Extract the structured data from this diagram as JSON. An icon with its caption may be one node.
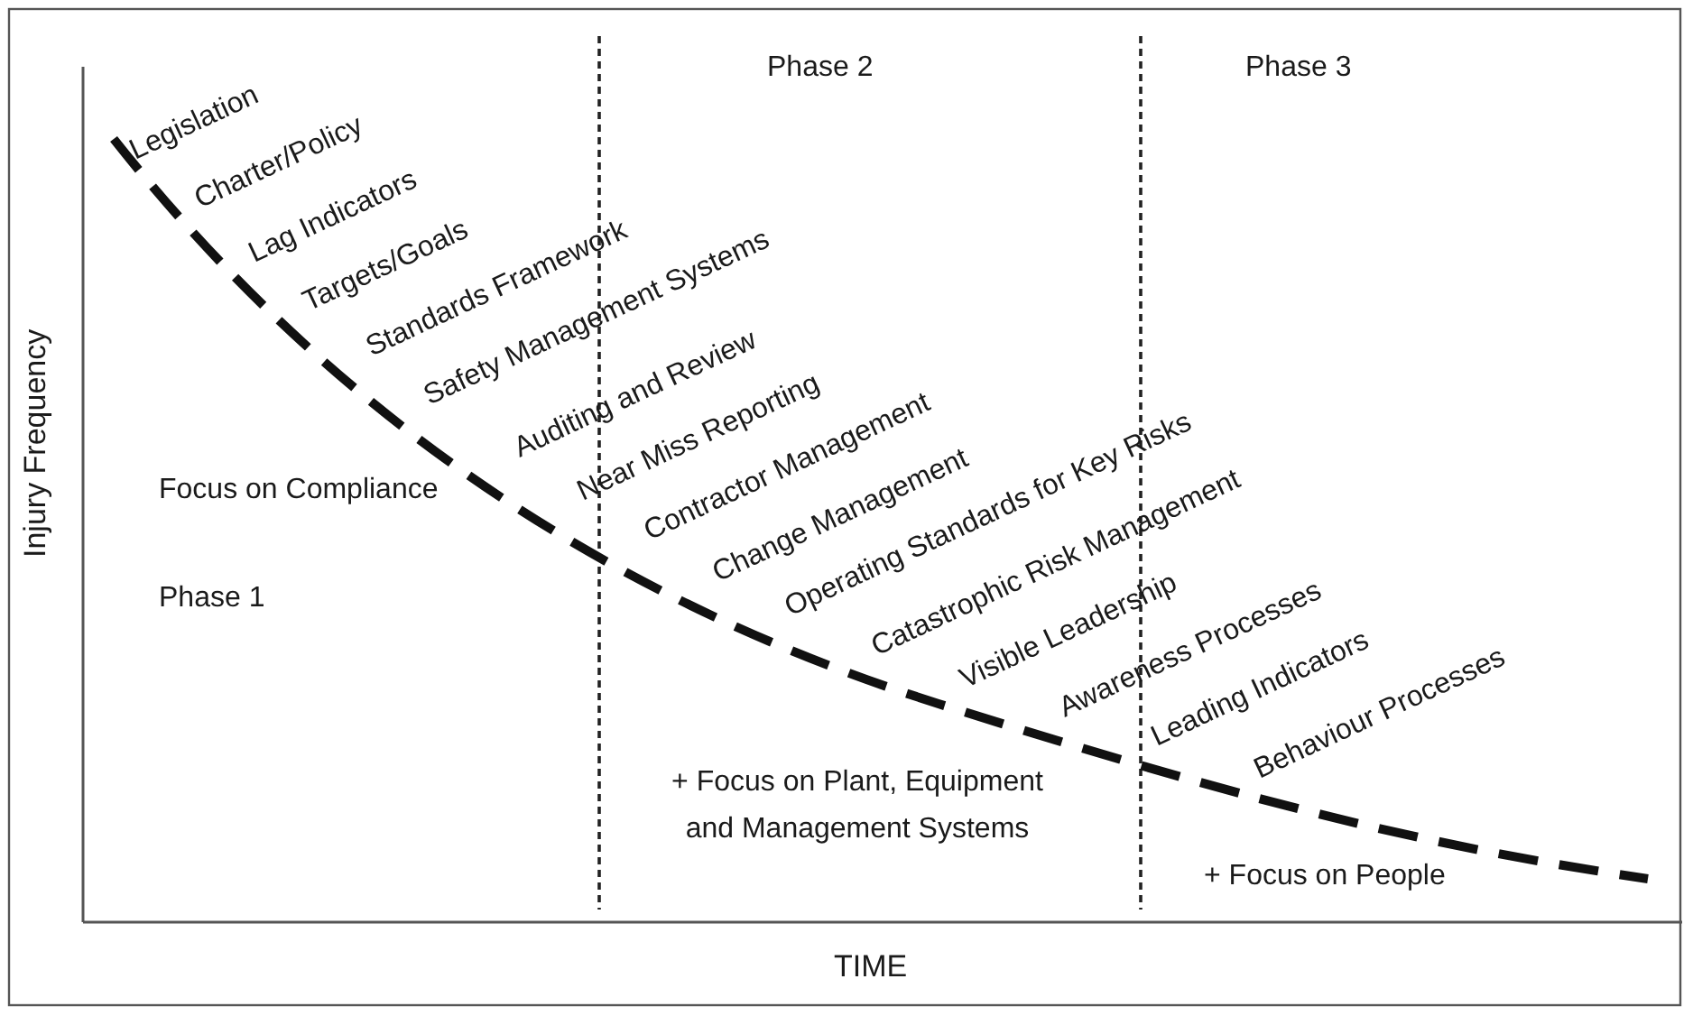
{
  "diagram": {
    "labels": [
      "Phase 2",
      "Phase 3",
      "Legislation",
      "Charter/Policy",
      "Lag Indicators",
      "Targets/Goals",
      "Standards Framework",
      "Safety Management Systems",
      "Auditing and Review",
      "Near Miss Reporting",
      "Contractor Management",
      "Change Management",
      "Operating Standards for Key Risks",
      "Catastrophic Risk Management",
      "Visible Leadership",
      "Awareness Processes",
      "Leading Indicators",
      "Behaviour Processes",
      "Injury Frequency",
      "Focus on Compliance",
      "Phase 1",
      "+ Focus on Plant, Equipment and Management Systems",
      "+ Focus on People",
      "TIME"
    ]
  }
}
